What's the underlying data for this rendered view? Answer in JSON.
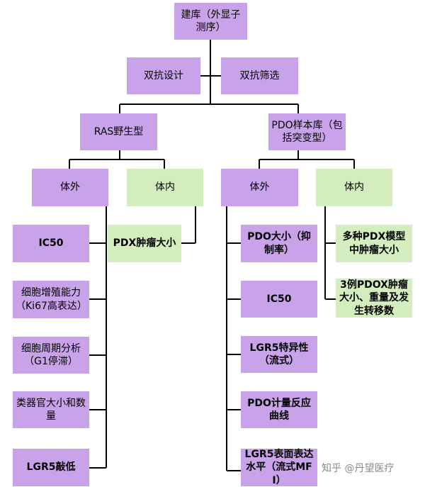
{
  "root": "建库（外显子测序）",
  "level2": {
    "left": "双抗设计",
    "right": "双抗筛选"
  },
  "level3": {
    "left": "RAS野生型",
    "right": "PDO样本库（包括突变型）"
  },
  "ras": {
    "invitro_label": "体外",
    "invivo_label": "体内",
    "invitro_items": [
      "IC50",
      "细胞增殖能力（Ki67高表达）",
      "细胞周期分析（G1停滞）",
      "类器官大小和数量",
      "LGR5敲低"
    ],
    "invivo_items": [
      "PDX肿瘤大小"
    ]
  },
  "pdo": {
    "invitro_label": "体外",
    "invivo_label": "体内",
    "invitro_items": [
      "PDO大小（抑制率）",
      "IC50",
      "LGR5特异性（流式）",
      "PDO计量反应曲线",
      "LGR5表面表达水平（流式MFI）"
    ],
    "invivo_items": [
      "多种PDX模型中肿瘤大小",
      "3例PDOX肿瘤大小、重量及发生转移数"
    ]
  },
  "watermark": "知乎 @丹望医疗",
  "colors": {
    "purple": "#c9a3ea",
    "green": "#d3edbe",
    "line": "#000000"
  }
}
